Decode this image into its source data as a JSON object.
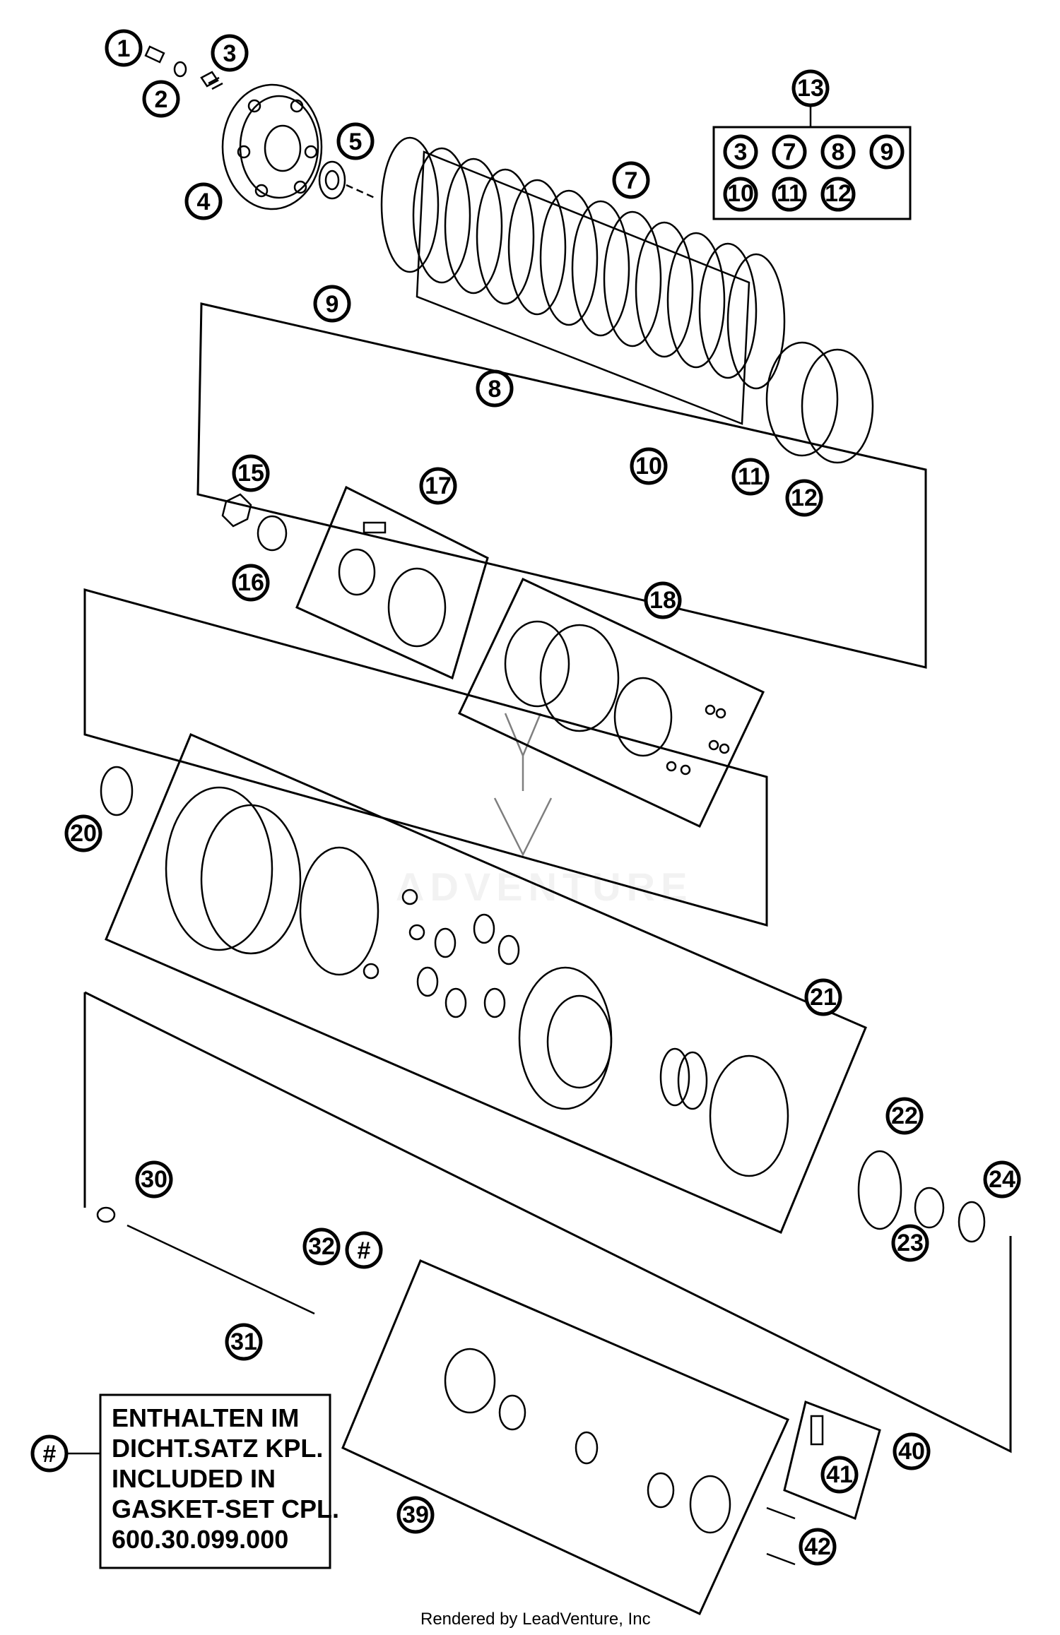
{
  "callouts": [
    "1",
    "2",
    "3",
    "4",
    "5",
    "7",
    "8",
    "9",
    "10",
    "11",
    "12",
    "13",
    "15",
    "16",
    "17",
    "18",
    "20",
    "21",
    "22",
    "23",
    "24",
    "30",
    "31",
    "32",
    "39",
    "40",
    "41",
    "42",
    "#"
  ],
  "kit_13_items": [
    "3",
    "7",
    "8",
    "9",
    "10",
    "11",
    "12"
  ],
  "note": {
    "lines": [
      "ENTHALTEN IM",
      "DICHT.SATZ KPL.",
      "INCLUDED IN",
      "GASKET-SET CPL.",
      "600.30.099.000"
    ]
  },
  "watermark_text": "ADVENTURE",
  "footer_text": "Rendered by LeadVenture, Inc"
}
